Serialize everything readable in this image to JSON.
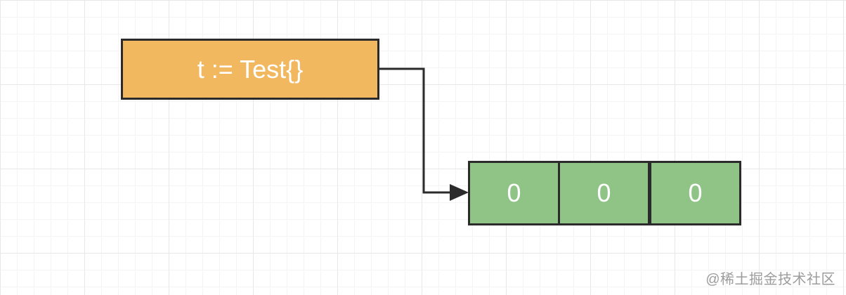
{
  "diagram": {
    "source_label": "t := Test{}",
    "array_values": [
      "0",
      "0",
      "0"
    ],
    "colors": {
      "source_fill": "#f2b85f",
      "array_fill": "#8fc486",
      "stroke": "#2b2b2b"
    }
  },
  "watermark": {
    "text": "@稀土掘金技术社区"
  }
}
